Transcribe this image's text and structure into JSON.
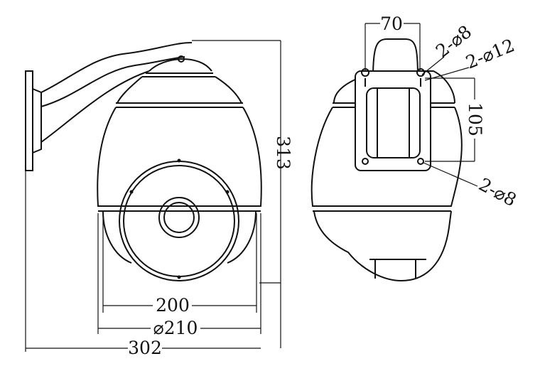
{
  "drawing": {
    "front_view": {
      "dim_width_inner": "200",
      "dim_diameter": "⌀210",
      "dim_total_width": "302",
      "dim_height": "313"
    },
    "side_view": {
      "dim_bracket_width": "70",
      "dim_hole_spacing": "105",
      "callout_top_small_holes": "2-⌀8",
      "callout_keyholes": "2-⌀12",
      "callout_bottom_holes": "2-⌀8"
    }
  }
}
